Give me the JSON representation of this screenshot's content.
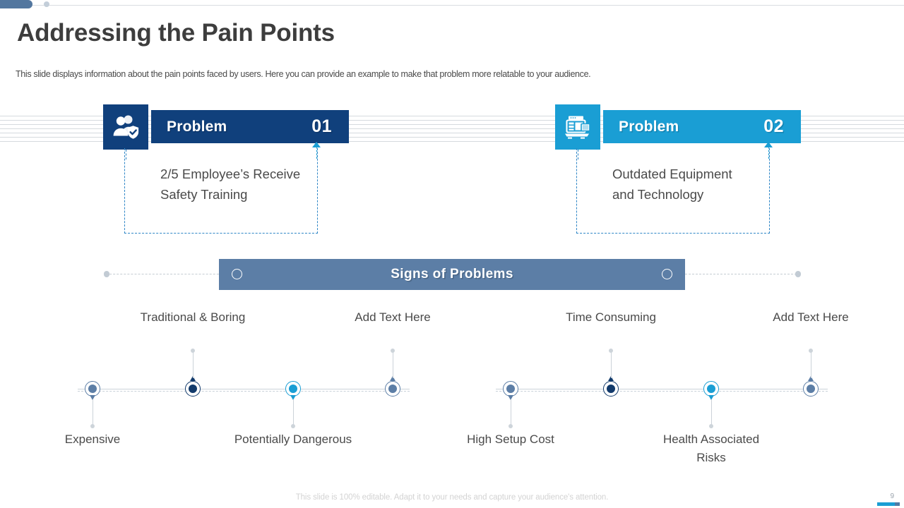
{
  "slide": {
    "title": "Addressing the Pain Points",
    "subtitle": "This slide displays information about the pain points faced by users. Here you can provide an example to make that problem more relatable to your audience.",
    "footer_note": "This slide is 100% editable. Adapt it to your needs and capture your audience's attention.",
    "page_number": "9"
  },
  "colors": {
    "navy": "#10407c",
    "cyan": "#1a9ed4",
    "slate": "#5c7ea6",
    "dark_navy_dot": "#123a6b",
    "stripe": "#d5dade",
    "dash": "#c4ccd3"
  },
  "problems": [
    {
      "icon": "people-shield-icon",
      "label": "Problem",
      "number": "01",
      "body": "2/5 Employee’s Receive Safety Training",
      "accent": "#10407c"
    },
    {
      "icon": "laptop-screens-icon",
      "label": "Problem",
      "number": "02",
      "body": "Outdated Equipment and Technology",
      "accent": "#1a9ed4"
    }
  ],
  "banner": {
    "label": "Signs of Problems"
  },
  "timelines": [
    {
      "name": "left-timeline",
      "nodes": [
        {
          "label": "Expensive",
          "position": "below",
          "color": "#5c7ea6"
        },
        {
          "label": "Traditional & Boring",
          "position": "above",
          "color": "#123a6b"
        },
        {
          "label": "Potentially Dangerous",
          "position": "below",
          "color": "#1a9ed4"
        },
        {
          "label": "Add Text Here",
          "position": "above",
          "color": "#5c7ea6"
        }
      ]
    },
    {
      "name": "right-timeline",
      "nodes": [
        {
          "label": "High Setup Cost",
          "position": "below",
          "color": "#5c7ea6"
        },
        {
          "label": "Time Consuming",
          "position": "above",
          "color": "#123a6b"
        },
        {
          "label": "Health Associated Risks",
          "position": "below",
          "color": "#1a9ed4"
        },
        {
          "label": "Add Text Here",
          "position": "above",
          "color": "#5c7ea6"
        }
      ]
    }
  ]
}
